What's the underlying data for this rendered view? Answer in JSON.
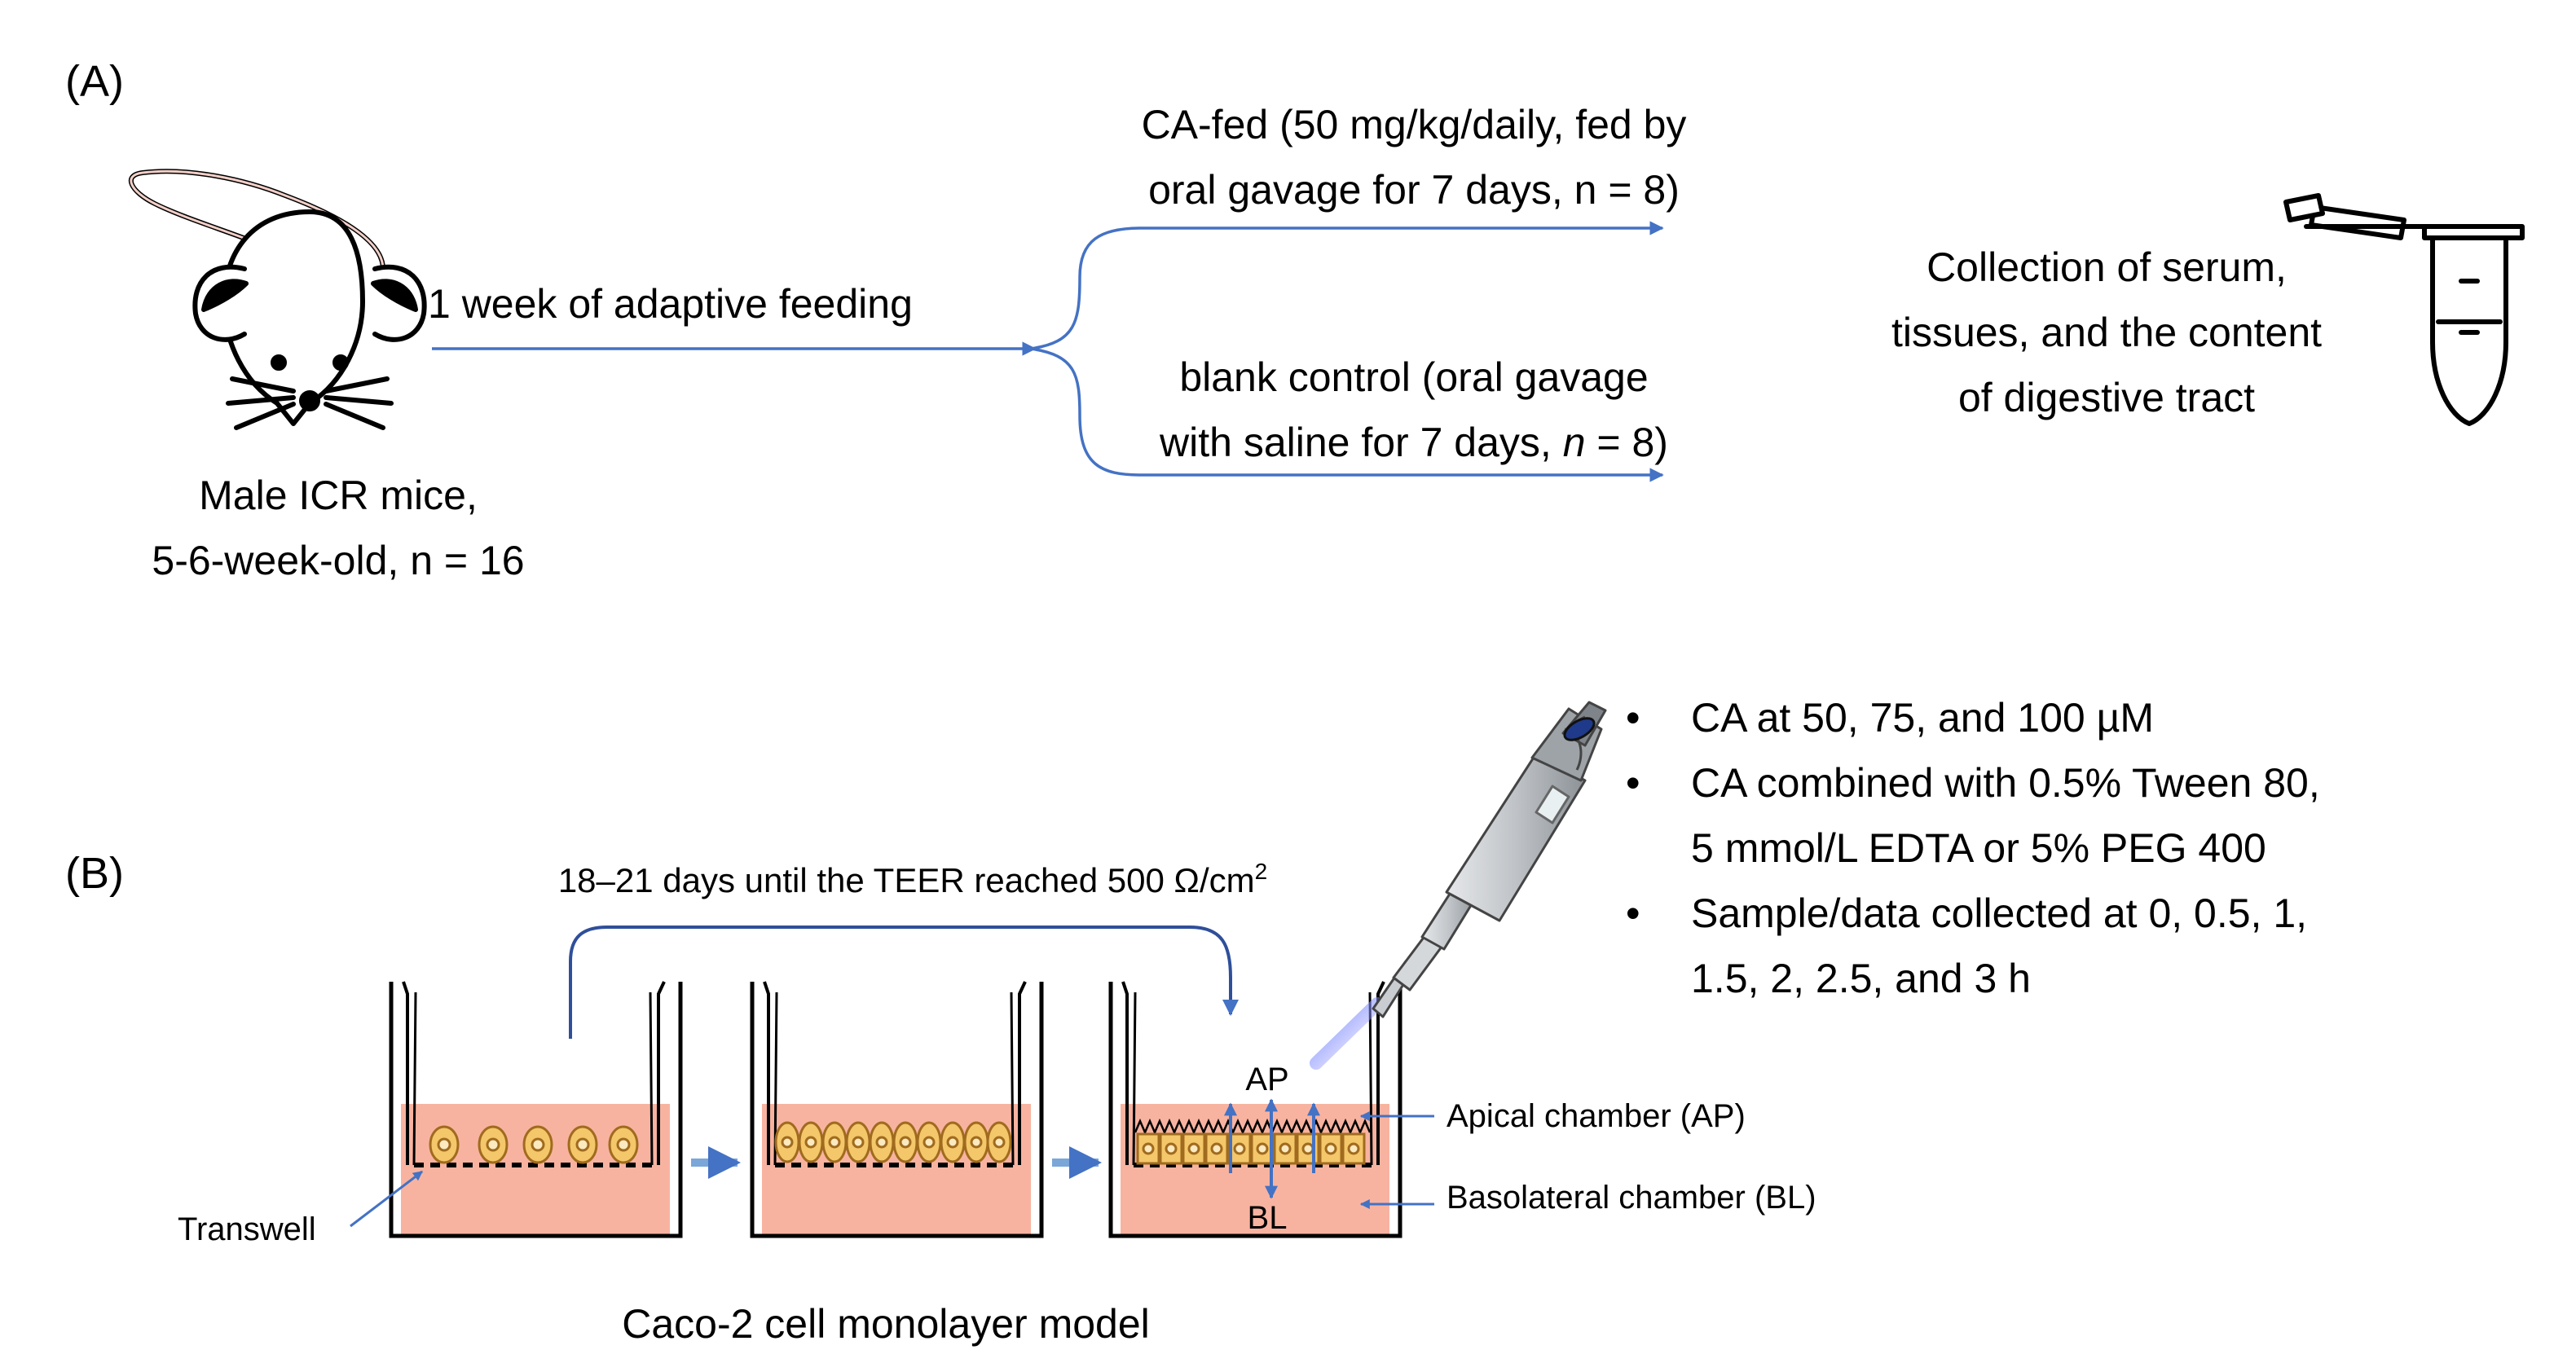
{
  "panel_a": {
    "label": "(A)",
    "mouse_caption": [
      "Male ICR mice,",
      "5-6-week-old, n = 16"
    ],
    "adaptive_feeding": "1 week of adaptive feeding",
    "ca_fed": [
      "CA-fed (50 mg/kg/daily, fed by",
      "oral gavage for 7 days, n = 8)"
    ],
    "blank_control_line1": "blank control (oral gavage",
    "blank_control_line2_prefix": "with saline for 7 days, ",
    "blank_control_n": "n",
    "blank_control_line2_suffix": " = 8)",
    "collection": [
      "Collection of serum,",
      "tissues, and the content",
      "of digestive tract"
    ]
  },
  "panel_b": {
    "label": "(B)",
    "teer_text": "18–21 days until the TEER  reached 500 Ω/cm",
    "teer_sup": "2",
    "ap": "AP",
    "bl": "BL",
    "apical": "Apical chamber (AP)",
    "basolateral": "Basolateral chamber (BL)",
    "transwell": "Transwell",
    "caption": "Caco-2 cell monolayer model",
    "bullets": [
      [
        "CA at 50, 75, and 100 µM"
      ],
      [
        "CA combined with 0.5% Tween 80,",
        "5 mmol/L EDTA or 5% PEG 400"
      ],
      [
        "Sample/data collected at 0, 0.5, 1,",
        "1.5, 2, 2.5, and 3 h"
      ]
    ],
    "bullet_symbol": "•"
  },
  "colors": {
    "arrow_blue": "#4472c4",
    "light_arrow": "#7aa6d8",
    "medium": "#f8b3a0",
    "cell_fill": "#f4c76a",
    "cell_border": "#c98a2a",
    "pipette_gray": "#b8bcc0",
    "pipette_blue": "#1f3a8a"
  }
}
